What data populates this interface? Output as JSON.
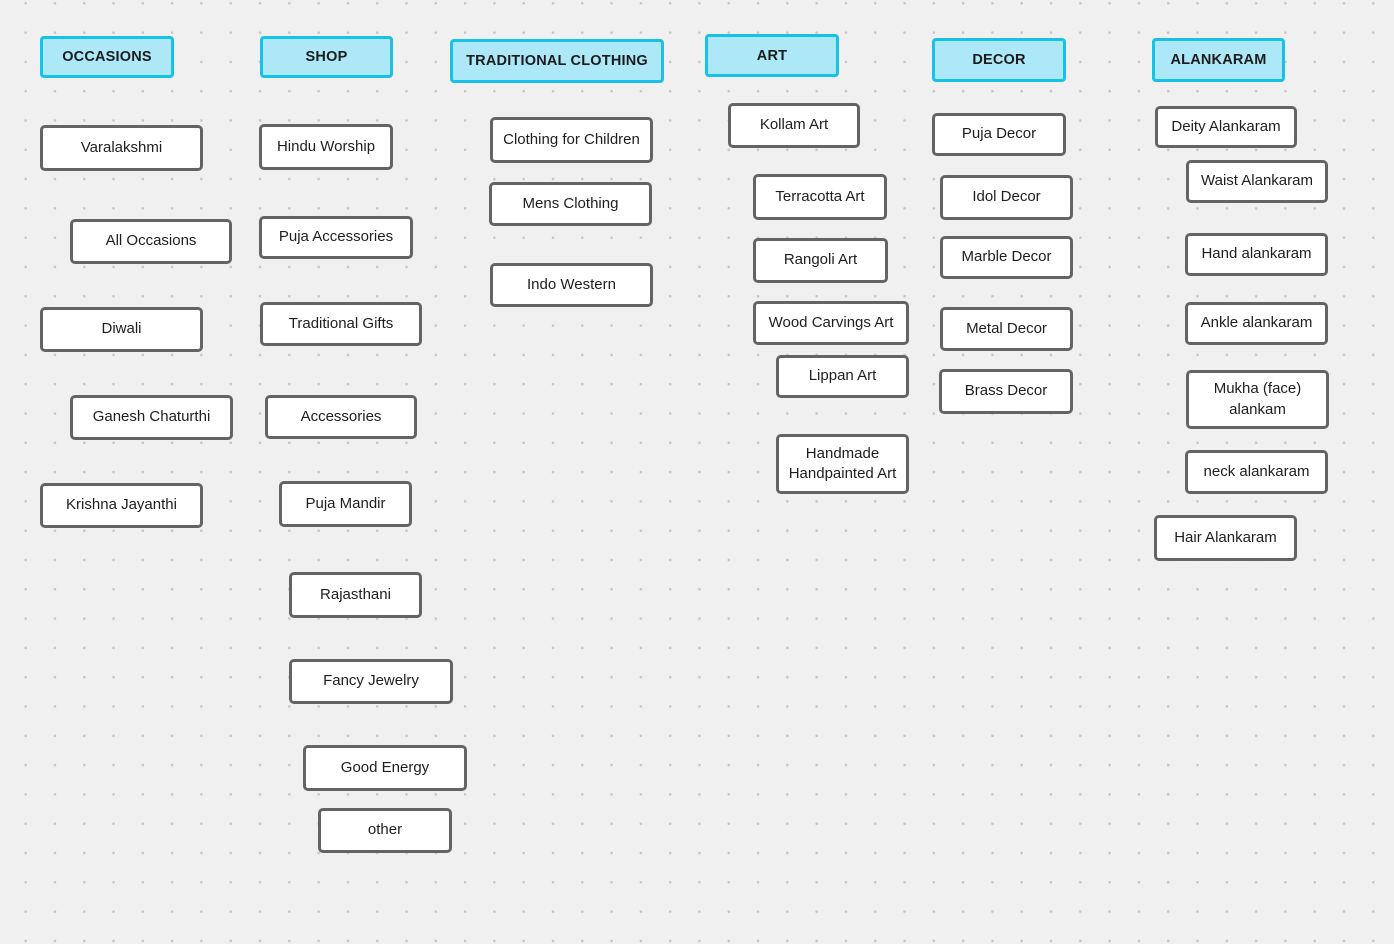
{
  "board": {
    "type": "whiteboard-category-map",
    "palette": {
      "canvas_background": "#f0f0f0",
      "grid_dot_color": "#c7c7c7",
      "header_fill": "#ade8f8",
      "header_border": "#17c1e8",
      "node_fill": "#ffffff",
      "node_border": "#646464",
      "text_color": "#1e1e1e"
    }
  },
  "columns": [
    {
      "header": "OCCASIONS",
      "items": [
        "Varalakshmi",
        "All Occasions",
        "Diwali",
        "Ganesh Chaturthi",
        "Krishna Jayanthi"
      ]
    },
    {
      "header": "SHOP",
      "items": [
        "Hindu Worship",
        "Puja Accessories",
        "Traditional Gifts",
        "Accessories",
        "Puja Mandir",
        "Rajasthani",
        "Fancy Jewelry",
        "Good Energy",
        "other"
      ]
    },
    {
      "header": "TRADITIONAL CLOTHING",
      "items": [
        "Clothing for Children",
        "Mens Clothing",
        "Indo Western"
      ]
    },
    {
      "header": "ART",
      "items": [
        "Kollam Art",
        "Terracotta Art",
        "Rangoli Art",
        "Wood Carvings Art",
        "Lippan Art",
        "Handmade Handpainted Art"
      ]
    },
    {
      "header": "DECOR",
      "items": [
        "Puja Decor",
        "Idol Decor",
        "Marble Decor",
        "Metal Decor",
        "Brass Decor"
      ]
    },
    {
      "header": "ALANKARAM",
      "items": [
        "Deity Alankaram",
        "Waist Alankaram",
        "Hand alankaram",
        "Ankle alankaram",
        "Mukha (face) alankam",
        "neck alankaram",
        "Hair Alankaram"
      ]
    }
  ]
}
